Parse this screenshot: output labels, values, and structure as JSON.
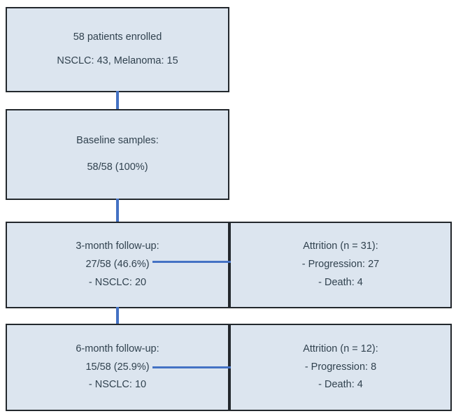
{
  "diagram": {
    "type": "patient-flow-chart",
    "colors": {
      "node_fill": "#dce5ef",
      "node_border": "#23282d",
      "connector": "#4472c4",
      "text": "#31424f",
      "background": "#ffffff"
    },
    "nodes": {
      "enrolled": {
        "lines": [
          "58 patients enrolled",
          "NSCLC: 43, Melanoma: 15"
        ]
      },
      "baseline": {
        "lines": [
          "Baseline samples:",
          "58/58 (100%)"
        ]
      },
      "followup_3m": {
        "lines": [
          "3-month follow-up:",
          "27/58 (46.6%)",
          "- NSCLC: 20"
        ]
      },
      "attrition_3m": {
        "lines": [
          "Attrition (n = 31):",
          "- Progression: 27",
          "- Death: 4"
        ]
      },
      "followup_6m": {
        "lines": [
          "6-month follow-up:",
          "15/58 (25.9%)",
          "- NSCLC: 10"
        ]
      },
      "attrition_6m": {
        "lines": [
          "Attrition (n = 12):",
          "- Progression: 8",
          "- Death: 4"
        ]
      }
    }
  }
}
